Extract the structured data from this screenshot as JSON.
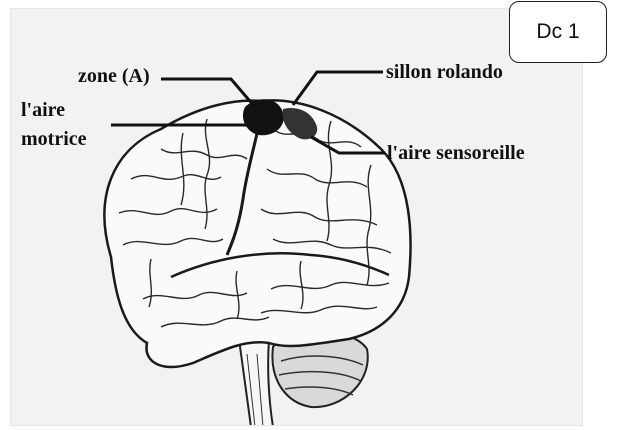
{
  "badge": {
    "text": "Dc 1"
  },
  "labels": {
    "zone_a": "zone (A)",
    "sillon": "sillon rolando",
    "aire_motrice_line1": "l'aire",
    "aire_motrice_line2": "motrice",
    "aire_sensoreille": "l'aire sensoreille"
  },
  "colors": {
    "background": "#f2f2f2",
    "ink": "#111111"
  }
}
